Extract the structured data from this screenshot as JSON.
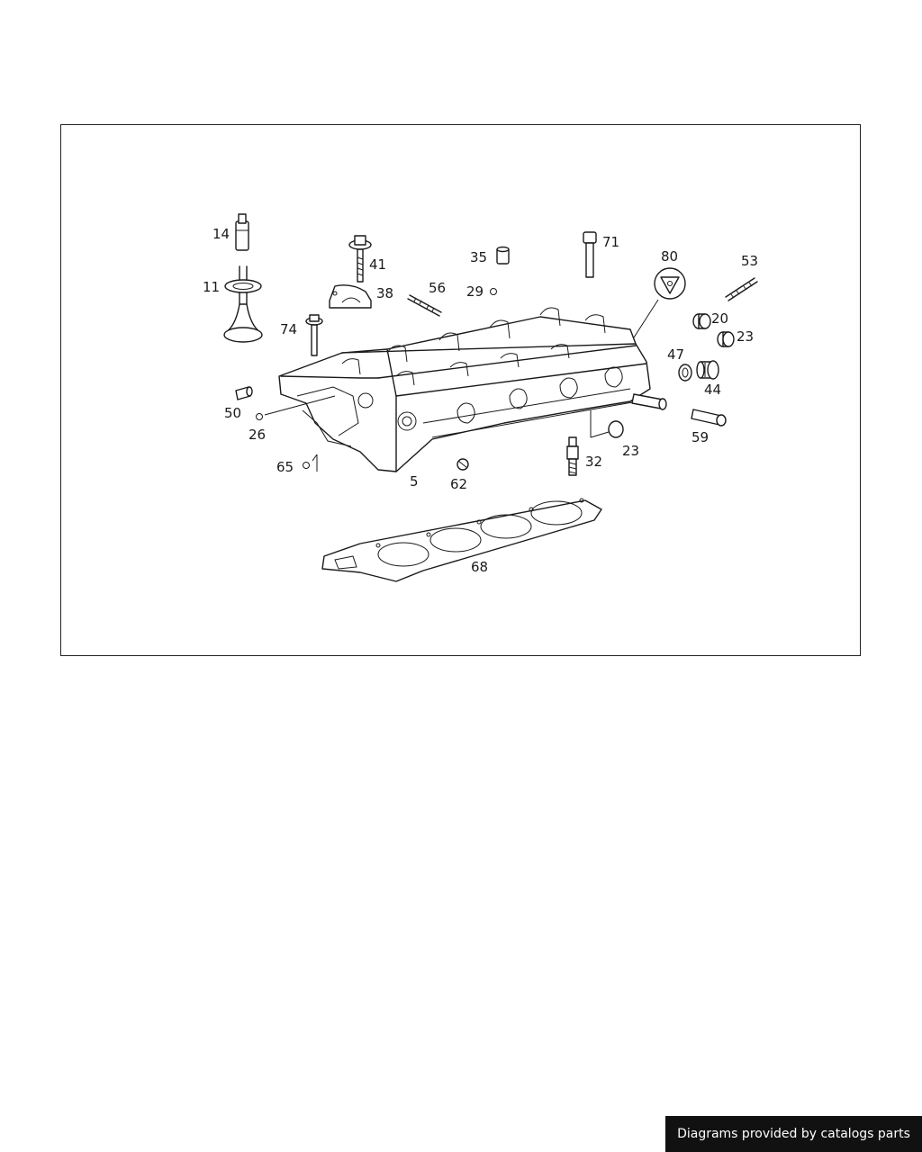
{
  "diagram": {
    "callouts": [
      "14",
      "11",
      "41",
      "35",
      "71",
      "80",
      "53",
      "38",
      "56",
      "29",
      "74",
      "20",
      "23",
      "47",
      "44",
      "50",
      "26",
      "59",
      "65",
      "5",
      "62",
      "32",
      "23",
      "68"
    ]
  },
  "footer": {
    "text": "Diagrams provided by catalogs parts"
  },
  "colors": {
    "line": "#1a1a1a",
    "background": "#ffffff",
    "footer_bg": "#111111",
    "footer_text": "#ffffff"
  }
}
